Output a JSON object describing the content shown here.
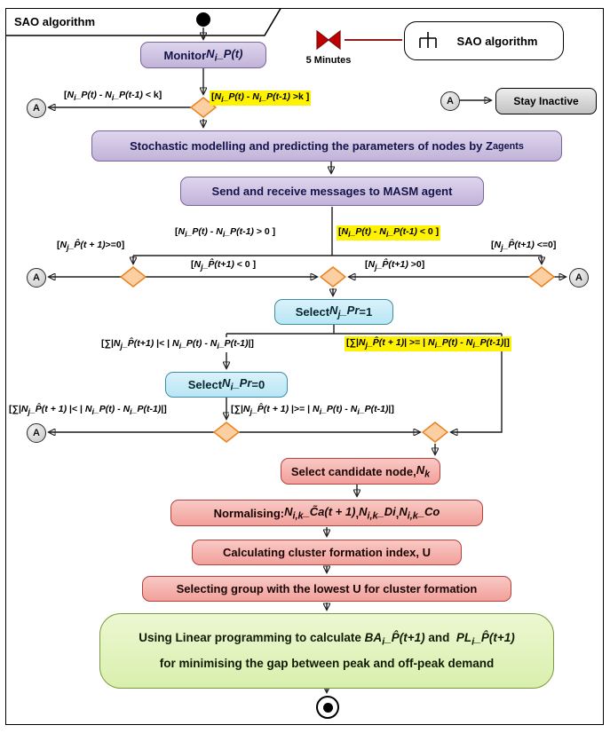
{
  "frame": {
    "title": "SAO algorithm"
  },
  "connector_label": "A",
  "start_ref": {
    "timer_icon": "timer-bowtie-icon",
    "timer_label": "5 Minutes",
    "behavior_icon": "rake-fork-icon",
    "behavior_label": "SAO algorithm"
  },
  "inactive": {
    "label": "Stay Inactive"
  },
  "activities": {
    "monitor": "Monitor <i>N<sub>i</sub>_P(t)</i>",
    "stochastic": "Stochastic modelling and predicting the parameters of nodes by Z<sub>agents</sub>",
    "masm": "Send and receive messages to MASM agent",
    "select_pr1": "Select <i>N<sub>j</sub>_Pr</i>=1",
    "select_pr0": "Select <i>N<sub>i</sub>_Pr</i>=0",
    "candidate": "Select candidate node, <i>N<sub>k</sub></i>",
    "normalising": "Normalising: <i>N<sub>i,k</sub>_C̃a(t + 1)</i>, <i>N<sub>i,k</sub>_Di</i>, <i>N<sub>i,k</sub>_Co</i>",
    "cluster_index": "Calculating cluster formation index, U",
    "select_group": "Selecting group with the lowest U for cluster formation",
    "linear_prog_line1": "Using Linear programming to calculate <i>BA<sub>i</sub>_P̂(t+1)</i> and&nbsp; <i>PL<sub>i</sub>_P̂(t+1)</i>",
    "linear_prog_line2": "for minimising the gap between peak and off-peak demand"
  },
  "guards": {
    "lt_k": {
      "html": "[<i>N<sub>i</sub>_P(t)</i> - <i>N<sub>i</sub>_P(t-1)</i> &lt; k]",
      "highlight": false
    },
    "gt_k": {
      "html": "[<i>N<sub>i</sub>_P(t)</i> - <i>N<sub>i</sub>_P(t-1)</i> &gt;k ]",
      "highlight": true
    },
    "diff_gt0": {
      "html": "[<i>N<sub>i</sub>_P(t)</i> - <i>N<sub>i</sub>_P(t-1)</i> &gt; 0 ]",
      "highlight": false
    },
    "diff_lt0": {
      "html": "[<i>N<sub>i</sub>_P(t)</i> - <i>N<sub>i</sub>_P(t-1)</i> &lt; 0 ]",
      "highlight": true
    },
    "pred_ge0": {
      "html": "[<i>N<sub>j</sub>_P̂(t + 1)</i>&gt;=0]",
      "highlight": false
    },
    "pred_lt0": {
      "html": "[<i>N<sub>j</sub>_P̂(t+1)</i> &lt; 0 ]",
      "highlight": false
    },
    "pred_gt0": {
      "html": "[<i>N<sub>j</sub>_P̂(t+1)</i> &gt;0]",
      "highlight": false
    },
    "pred_le0": {
      "html": "[<i>N<sub>j</sub>_P̂(t+1)</i> &lt;=0]",
      "highlight": false
    },
    "sum1_lt": {
      "html": "[∑|<i>N<sub>j</sub>_P̂(t+1)</i> |&lt; | <i>N<sub>i</sub>_P(t)</i> - <i>N<sub>i</sub>_P(t-1)</i>|]",
      "highlight": false
    },
    "sum1_ge": {
      "html": "[∑|<i>N<sub>j</sub>_P̂(t + 1)</i>| &gt;= | <i>N<sub>i</sub>_P(t)</i> - <i>N<sub>i</sub>_P(t-1)</i>|]",
      "highlight": true
    },
    "sum2_lt": {
      "html": "[∑|<i>N<sub>j</sub>_P̂(t + 1)</i> |&lt; | <i>N<sub>i</sub>_P(t)</i> - <i>N<sub>i</sub>_P(t-1)</i>|]",
      "highlight": false
    },
    "sum2_ge": {
      "html": "[∑|<i>N<sub>j</sub>_P̂(t + 1)</i> |&gt;= | <i>N<sub>i</sub>_P(t)</i> - <i>N<sub>i</sub>_P(t-1)</i>|]",
      "highlight": false
    }
  },
  "colors": {
    "purple": "#c1b3d8",
    "purpleBorder": "#7a639e",
    "cyan": "#b9e6f4",
    "cyanBorder": "#3b8ea8",
    "red": "#f2a09a",
    "redBorder": "#b2423e",
    "green": "#d9efad",
    "greenBorder": "#7a9b3f",
    "diamond": "#fbcfa2",
    "diamondBorder": "#e8821f",
    "highlight": "#fff200",
    "timerRed": "#c00000"
  }
}
